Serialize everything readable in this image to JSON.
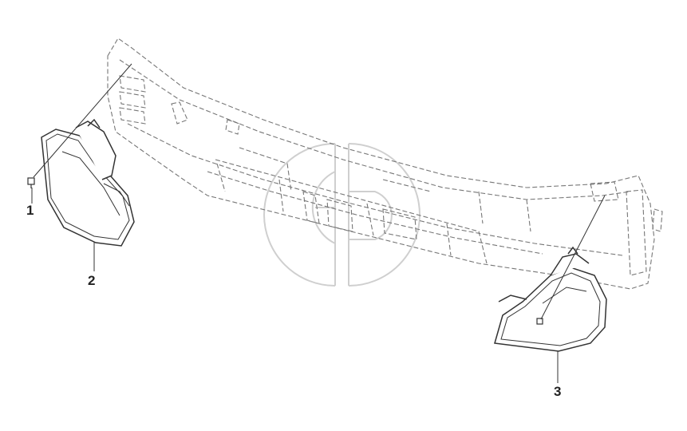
{
  "diagram": {
    "callouts": [
      {
        "id": "1",
        "label": "1",
        "part": "bolt"
      },
      {
        "id": "2",
        "label": "2",
        "part": "left-headlamp"
      },
      {
        "id": "3",
        "label": "3",
        "part": "right-headlamp"
      }
    ],
    "colors": {
      "line": "#333333",
      "dashed": "#777777",
      "watermark": "#cfcfcf"
    }
  }
}
